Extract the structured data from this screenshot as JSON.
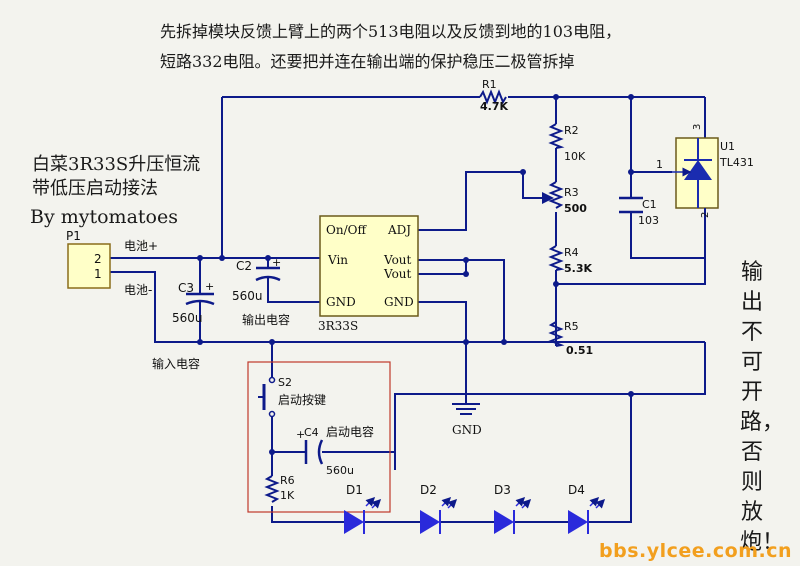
{
  "header": {
    "line1": "先拆掉模块反馈上臂上的两个513电阻以及反馈到地的103电阻，",
    "line2": "短路332电阻。还要把并连在输出端的保护稳压二极管拆掉"
  },
  "title": {
    "line1": "白菜3R33S升压恒流",
    "line2": "带低压启动接法",
    "author": "By mytomatoes"
  },
  "connector": {
    "ref": "P1",
    "pin2": "2",
    "pin1": "1",
    "plus": "电池+",
    "minus": "电池-"
  },
  "module": {
    "name": "3R33S",
    "pins": {
      "onoff": "On/Off",
      "adj": "ADJ",
      "vin": "Vin",
      "vout1": "Vout",
      "vout2": "Vout",
      "gnd_left": "GND",
      "gnd_right": "GND"
    }
  },
  "components": {
    "c3": {
      "ref": "C3",
      "value": "560u",
      "caption": "输入电容"
    },
    "c2": {
      "ref": "C2",
      "value": "560u",
      "caption": "输出电容"
    },
    "r1": {
      "ref": "R1",
      "value": "4.7K"
    },
    "r2": {
      "ref": "R2",
      "value": "10K"
    },
    "r3": {
      "ref": "R3",
      "value": "500"
    },
    "r4": {
      "ref": "R4",
      "value": "5.3K"
    },
    "r5": {
      "ref": "R5",
      "value": "0.51"
    },
    "c1": {
      "ref": "C1",
      "value": "103"
    },
    "u1": {
      "ref": "U1",
      "value": "TL431",
      "pin1": "1",
      "pin2": "2",
      "pin3": "3"
    },
    "s2": {
      "ref": "S2",
      "caption": "启动按键"
    },
    "c4": {
      "ref": "C4",
      "caption": "启动电容",
      "value": "560u"
    },
    "r6": {
      "ref": "R6",
      "value": "1K"
    },
    "gnd": "GND",
    "leds": [
      "D1",
      "D2",
      "D3",
      "D4"
    ]
  },
  "warning": "输出不可开路，否则放炮！",
  "watermark": "bbs.ylcee.com.cn",
  "colors": {
    "wire": "#0d1a8a",
    "module_fill": "#ffffc8",
    "highlight_box": "#c0392b",
    "watermark": "#f29f1e",
    "led": "#2a2adb"
  }
}
